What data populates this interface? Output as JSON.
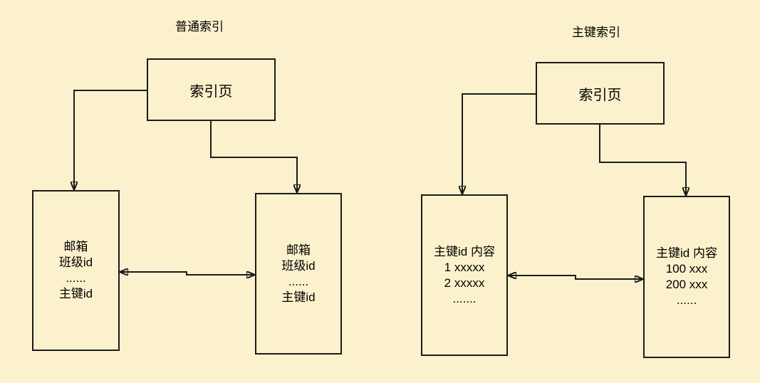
{
  "colors": {
    "background": "#fbf1cd",
    "line": "#1b1b1b",
    "text": "#000000"
  },
  "diagram": {
    "normal_index": {
      "title": "普通索引",
      "index_page": {
        "label": "索引页"
      },
      "leaf_left": {
        "lines": [
          "邮箱",
          "班级id",
          "......",
          "主键id"
        ]
      },
      "leaf_right": {
        "lines": [
          "邮箱",
          "班级id",
          "......",
          "主键id"
        ]
      }
    },
    "primary_index": {
      "title": "主键索引",
      "index_page": {
        "label": "索引页"
      },
      "leaf_left": {
        "lines": [
          "主键id 内容",
          "1 xxxxx",
          "2 xxxxx",
          "......."
        ]
      },
      "leaf_right": {
        "lines": [
          "主键id 内容",
          "100 xxx",
          "200 xxx",
          "......"
        ]
      }
    }
  }
}
